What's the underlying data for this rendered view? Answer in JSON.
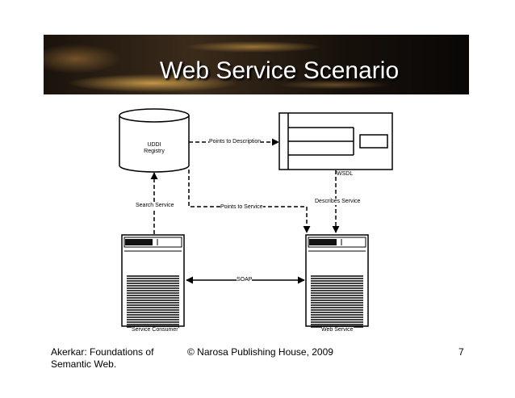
{
  "slide": {
    "title": "Web Service Scenario",
    "footer": {
      "left_line1": "Akerkar: Foundations of",
      "left_line2": "Semantic Web.",
      "center": "© Narosa Publishing House, 2009",
      "page_number": "7"
    }
  },
  "diagram": {
    "nodes": {
      "registry_line1": "UDDI",
      "registry_line2": "Registry",
      "wsdl": "WSDL",
      "consumer": "Service Consumer",
      "web_service": "Web Service"
    },
    "edges": {
      "points_to_description": "Points to Description",
      "search_service": "Search Service",
      "points_to_service": "Points to Service",
      "describes_service": "Describes Service",
      "soap": "SOAP"
    }
  }
}
